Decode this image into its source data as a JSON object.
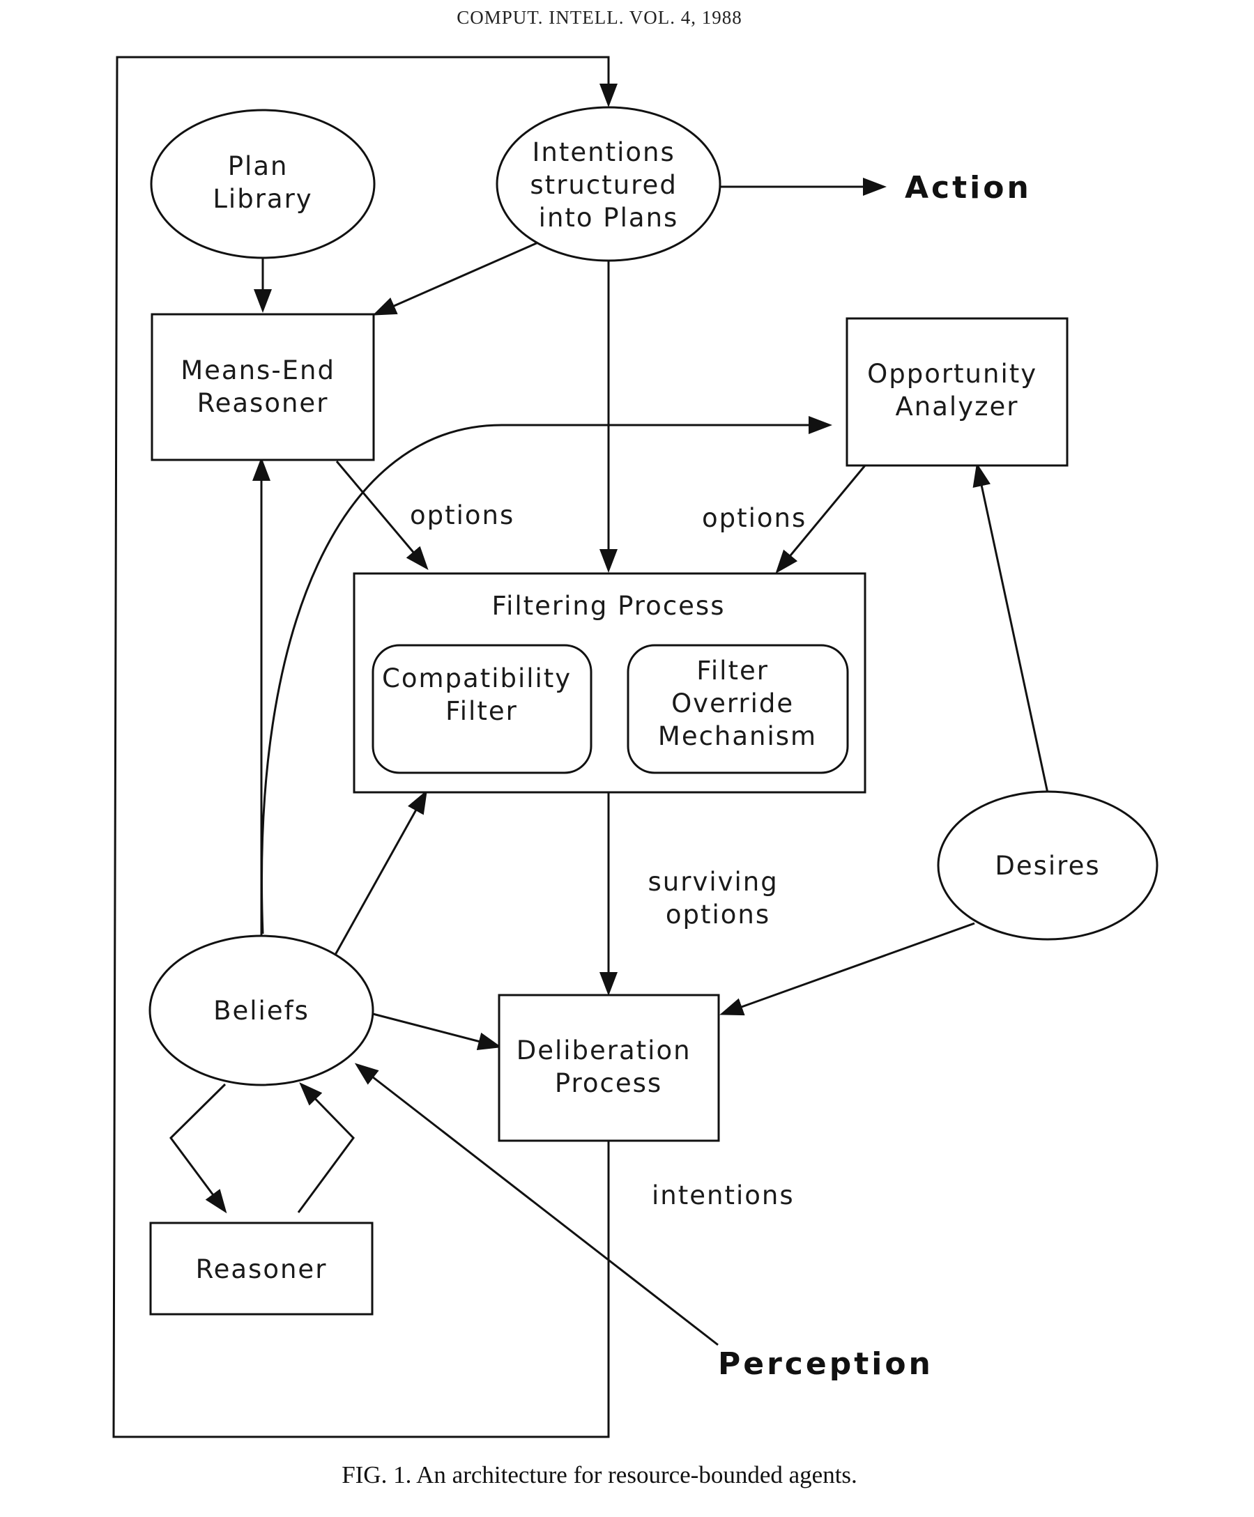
{
  "header": "COMPUT. INTELL. VOL. 4, 1988",
  "caption": "FIG. 1. An architecture for resource-bounded agents.",
  "nodes": {
    "plan_library": [
      "Plan",
      "Library"
    ],
    "intentions": [
      "Intentions",
      "structured",
      "into  Plans"
    ],
    "action": "Action",
    "means_end": [
      "Means-End",
      "Reasoner"
    ],
    "opportunity": [
      "Opportunity",
      "Analyzer"
    ],
    "filtering": "Filtering  Process",
    "compatibility": [
      "Compatibility",
      "Filter"
    ],
    "override": [
      "Filter",
      "Override",
      "Mechanism"
    ],
    "desires": "Desires",
    "beliefs": "Beliefs",
    "deliberation": [
      "Deliberation",
      "Process"
    ],
    "reasoner": "Reasoner",
    "perception": "Perception"
  },
  "edge_labels": {
    "options_left": "options",
    "options_right": "options",
    "surviving": [
      "surviving",
      "options"
    ],
    "intentions": "intentions"
  }
}
